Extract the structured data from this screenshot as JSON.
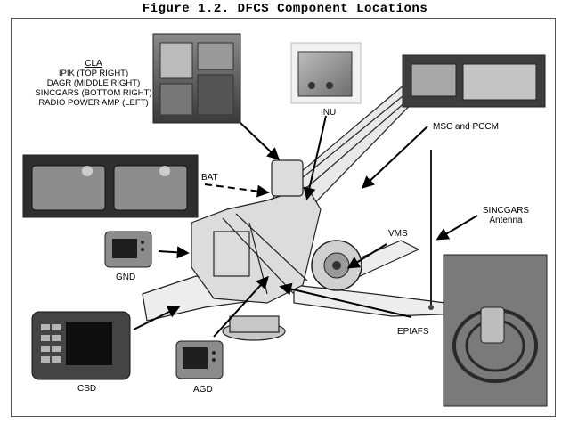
{
  "figure": {
    "title": "Figure 1.2.  DFCS Component Locations"
  },
  "cla": {
    "title": "CLA",
    "lines": [
      "IPIK (TOP RIGHT)",
      "DAGR (MIDDLE RIGHT)",
      "SINCGARS (BOTTOM RIGHT)",
      "RADIO POWER AMP (LEFT)"
    ]
  },
  "labels": {
    "inu": "INU",
    "msc_pccm": "MSC and PCCM",
    "bat": "BAT",
    "sincgars_antenna_1": "SINCGARS",
    "sincgars_antenna_2": "Antenna",
    "vms": "VMS",
    "gnd": "GND",
    "epiafs": "EPIAFS",
    "csd": "CSD",
    "agd": "AGD"
  }
}
